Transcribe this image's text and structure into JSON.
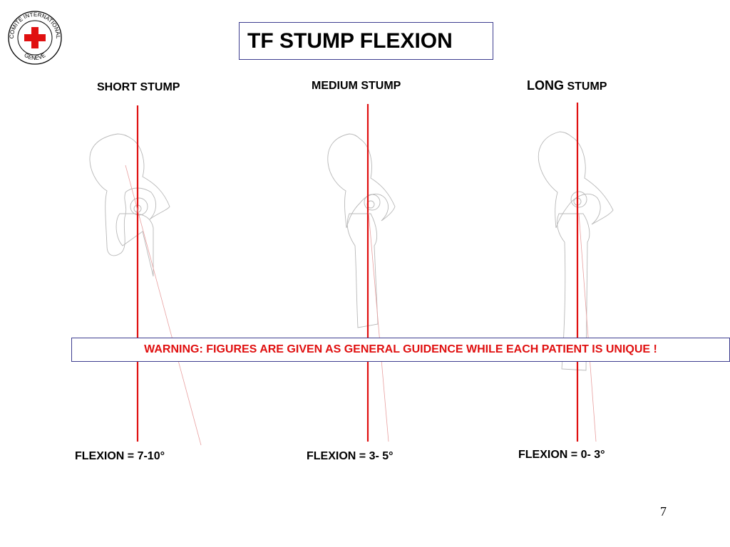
{
  "logo": {
    "icon": "red-cross-icon",
    "text_top": "COMITE INTERNATIONAL",
    "text_bottom": "GENEVE",
    "cross_color": "#e01010"
  },
  "title": "TF STUMP FLEXION",
  "columns": [
    {
      "label_main": "SHORT STUMP",
      "label_suffix": "",
      "flexion": "FLEXION = 7-10°"
    },
    {
      "label_main": "MEDIUM STUMP",
      "label_suffix": "",
      "flexion": "FLEXION = 3- 5°"
    },
    {
      "label_main": "LONG",
      "label_suffix": " STUMP",
      "flexion": "FLEXION = 0- 3°"
    }
  ],
  "warning": "WARNING: FIGURES ARE GIVEN AS GENERAL GUIDENCE WHILE EACH PATIENT IS UNIQUE !",
  "page_number": "7",
  "colors": {
    "line": "#e01010",
    "warning_text": "#e01010",
    "box_border": "#3d3d8f",
    "bone_outline": "#b8b8b8"
  }
}
